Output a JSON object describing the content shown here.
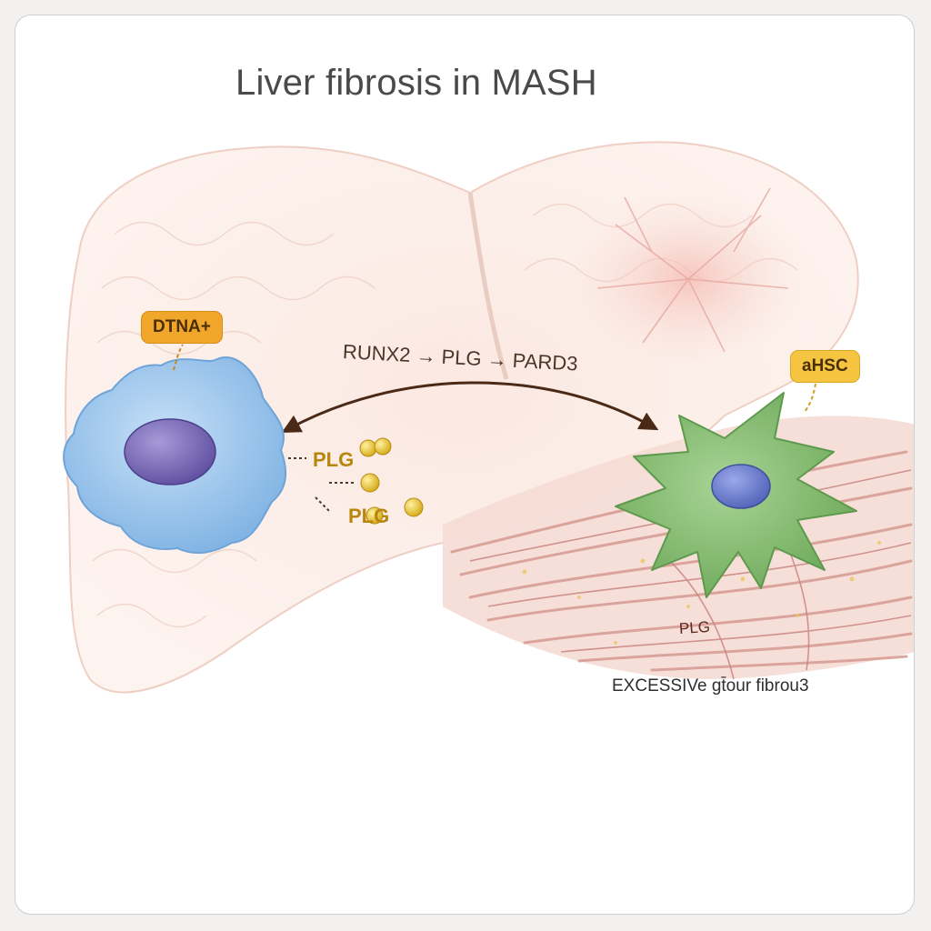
{
  "title": "Liver fibrosis in MASH",
  "pathway_label": "RUNX2 → PLG → PARD3",
  "source_cell": {
    "label": "DTNA+",
    "color": "#9cc8ee",
    "nucleus_color": "#7a6bb8"
  },
  "target_cell": {
    "label": "aHSC",
    "color": "#8ec47a",
    "nucleus_color": "#6f7fcc"
  },
  "ligand_labels": [
    "PLG",
    "PLG"
  ],
  "ligand_color": "#e6c23a",
  "fiber_label": "PLG",
  "caption": "EXCESSIVe gt̄our fibrou3"
}
